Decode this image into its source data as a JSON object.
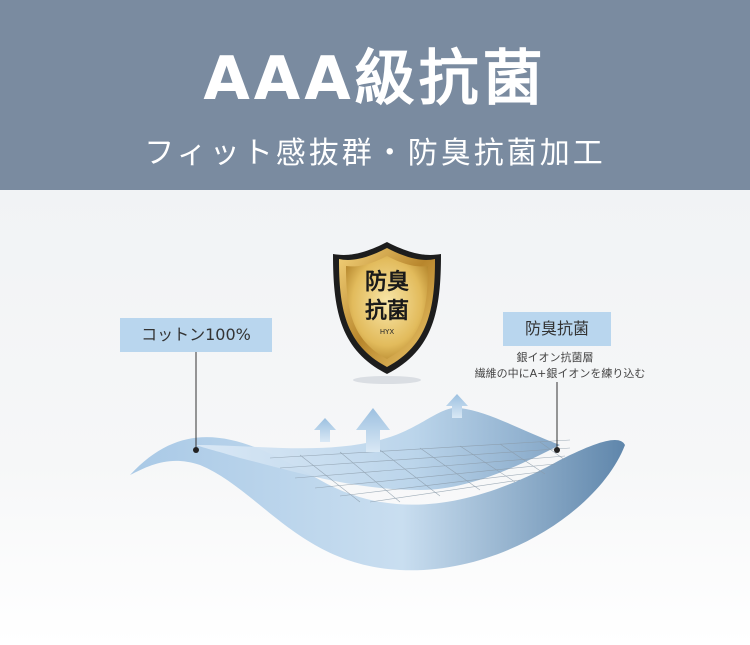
{
  "header": {
    "title": "AAA級抗菌",
    "subtitle": "フィット感抜群・防臭抗菌加工"
  },
  "badge": {
    "line1": "防臭",
    "line2": "抗菌",
    "mark": "HYX"
  },
  "labels": {
    "cotton": "コットン100%",
    "antibacterial": "防臭抗菌",
    "note_line1": "銀イオン抗菌層",
    "note_line2": "繊維の中にA+銀イオンを練り込む"
  },
  "colors": {
    "header_bg": "#7a8ba0",
    "label_bg": "#b9d6ee",
    "fabric_light": "#c8dff2",
    "fabric_dark": "#6f93b5",
    "shield_gold": "#c89a3a"
  }
}
